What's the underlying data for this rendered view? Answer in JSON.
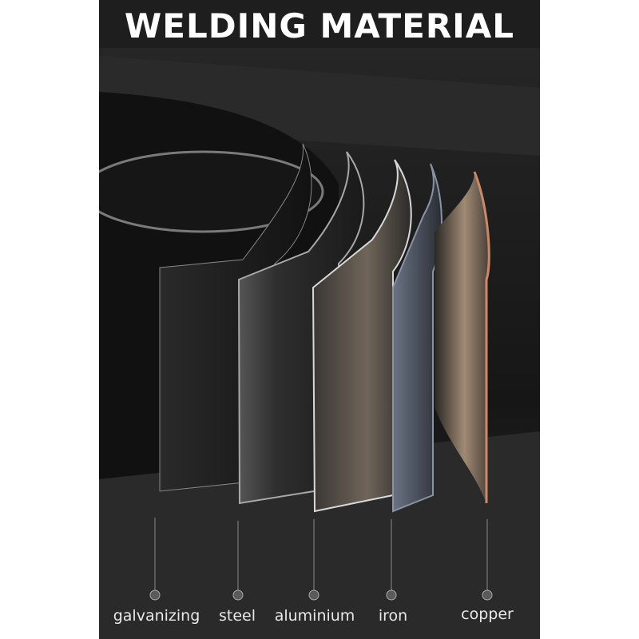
{
  "header": {
    "title": "WELDING MATERIAL"
  },
  "materials": [
    {
      "label": "galvanizing",
      "icon": "sheet-galvanizing"
    },
    {
      "label": "steel",
      "icon": "sheet-steel"
    },
    {
      "label": "aluminium",
      "icon": "sheet-aluminium"
    },
    {
      "label": "iron",
      "icon": "sheet-iron"
    },
    {
      "label": "copper",
      "icon": "sheet-copper"
    }
  ],
  "colors": {
    "background": "#1e1e1e",
    "text": "#ffffff",
    "copper_edge": "#c98a6a"
  }
}
